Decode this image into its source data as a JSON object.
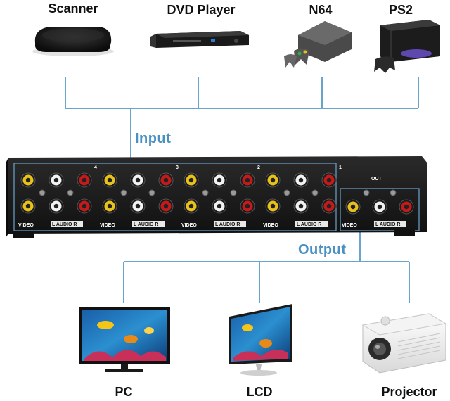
{
  "sources": [
    {
      "label": "Scanner",
      "icon": "scanner-device-icon"
    },
    {
      "label": "DVD Player",
      "icon": "dvd-player-icon"
    },
    {
      "label": "N64",
      "icon": "n64-console-icon"
    },
    {
      "label": "PS2",
      "icon": "ps2-console-icon"
    }
  ],
  "input_label": "Input",
  "output_label": "Output",
  "switch": {
    "group_numbers": [
      "4",
      "3",
      "2",
      "1"
    ],
    "panel_labels": {
      "video": "VIDEO",
      "audio": "L AUDIO R",
      "out": "OUT"
    },
    "connector_colors": {
      "video": "#e8c21a",
      "audio_left": "#f2f2f2",
      "audio_right": "#c41a1a"
    }
  },
  "outputs": [
    {
      "label": "PC",
      "icon": "pc-monitor-icon"
    },
    {
      "label": "LCD",
      "icon": "lcd-monitor-icon"
    },
    {
      "label": "Projector",
      "icon": "projector-icon"
    }
  ],
  "colors": {
    "line": "#6aa3cc",
    "accent_text": "#4a90c2"
  }
}
